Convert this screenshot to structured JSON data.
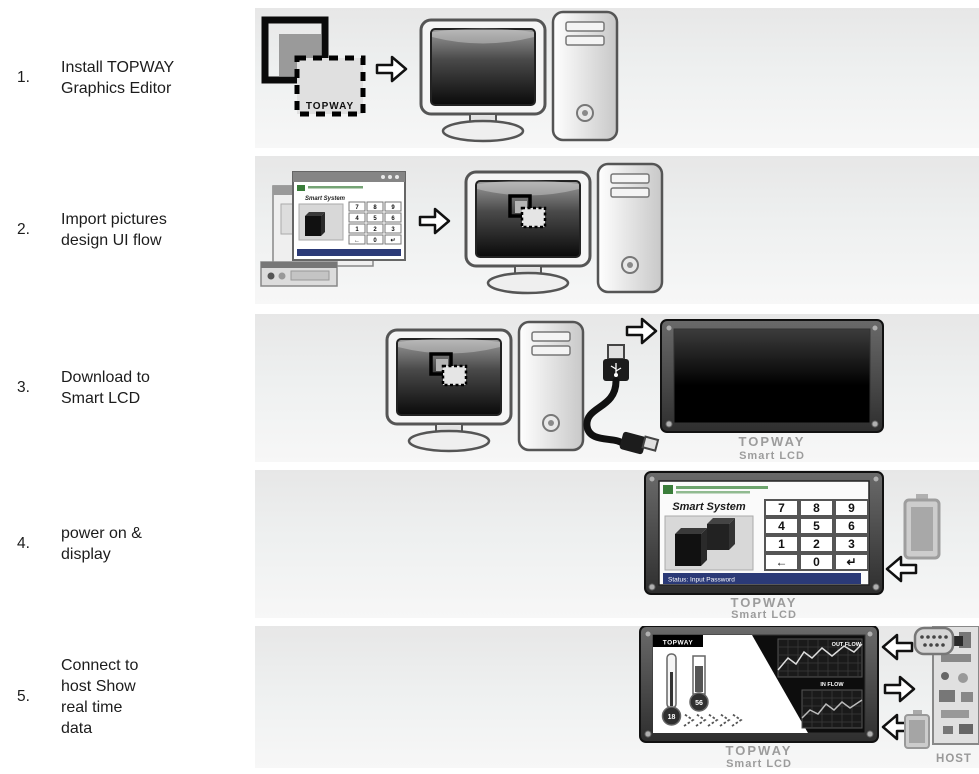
{
  "steps": [
    {
      "num": "1.",
      "label": "Install TOPWAY\nGraphics Editor"
    },
    {
      "num": "2.",
      "label": "Import pictures\ndesign UI flow"
    },
    {
      "num": "3.",
      "label": "Download to\nSmart LCD"
    },
    {
      "num": "4.",
      "label": "power on &\ndisplay"
    },
    {
      "num": "5.",
      "label": "Connect to\nhost Show\nreal time\ndata"
    }
  ],
  "logo": {
    "name": "TOPWAY"
  },
  "smart_lcd": {
    "brand": "TOPWAY",
    "product": "Smart LCD"
  },
  "host": {
    "label": "HOST"
  },
  "ui_screen": {
    "title": "Smart System",
    "status_bar": "Status: Input Password",
    "keypad": [
      [
        "7",
        "8",
        "9"
      ],
      [
        "4",
        "5",
        "6"
      ],
      [
        "1",
        "2",
        "3"
      ],
      [
        "←",
        "0",
        "↵"
      ]
    ]
  },
  "runtime_screen": {
    "brand": "TOPWAY",
    "out_flow_label": "OUT FLOW",
    "in_flow_label": "IN FLOW",
    "temperature_value": "18",
    "level_value": "56"
  },
  "icons": {
    "flow_arrow_right": "⇨",
    "flow_arrow_left": "⇦"
  },
  "colors": {
    "band_top": "#e7e7e7",
    "band_bottom": "#f7f7f7",
    "label_gray": "#9c9c9c",
    "ui_green": "#3a7d3a",
    "status_bar_blue": "#2b3a77"
  }
}
